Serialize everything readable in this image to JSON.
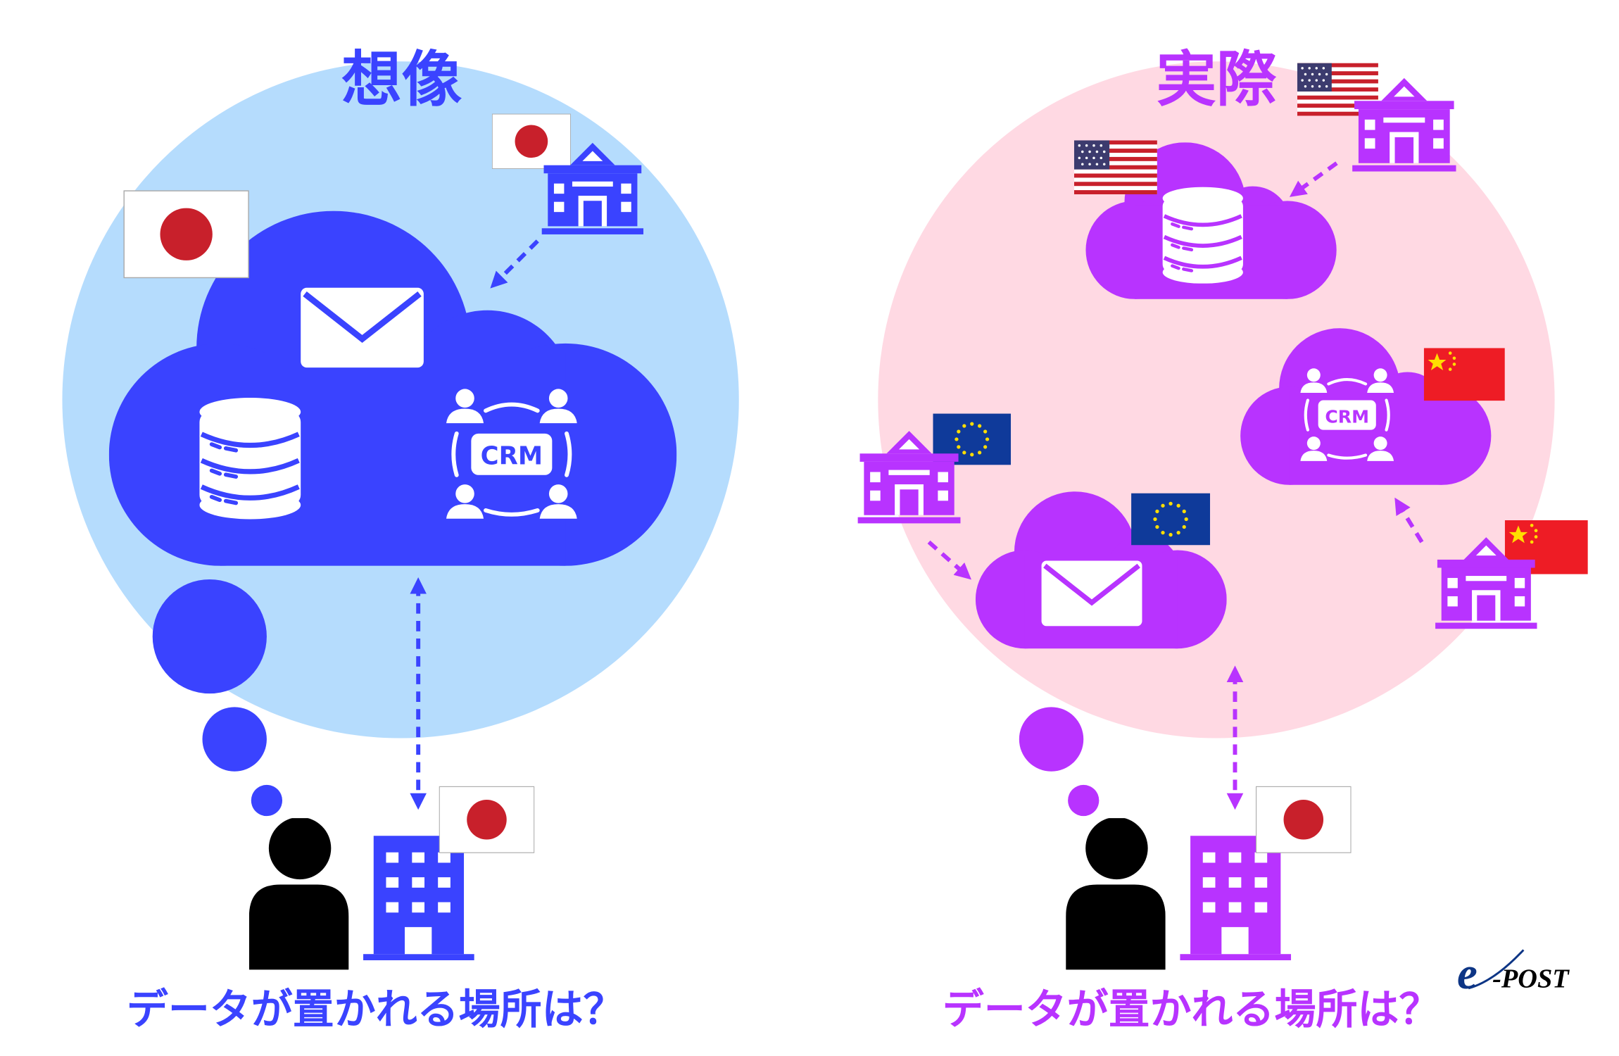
{
  "colors": {
    "blue": "#3a43ff",
    "light_blue": "#b5dcfd",
    "purple": "#b833ff",
    "pink": "#ffd9e3"
  },
  "left": {
    "title": "想像",
    "caption": "データが置かれる場所は？",
    "crm_label": "CRM"
  },
  "right": {
    "title": "実際",
    "caption": "データが置かれる場所は？",
    "crm_label": "CRM"
  },
  "logo": {
    "e": "e",
    "text": "-POST"
  }
}
